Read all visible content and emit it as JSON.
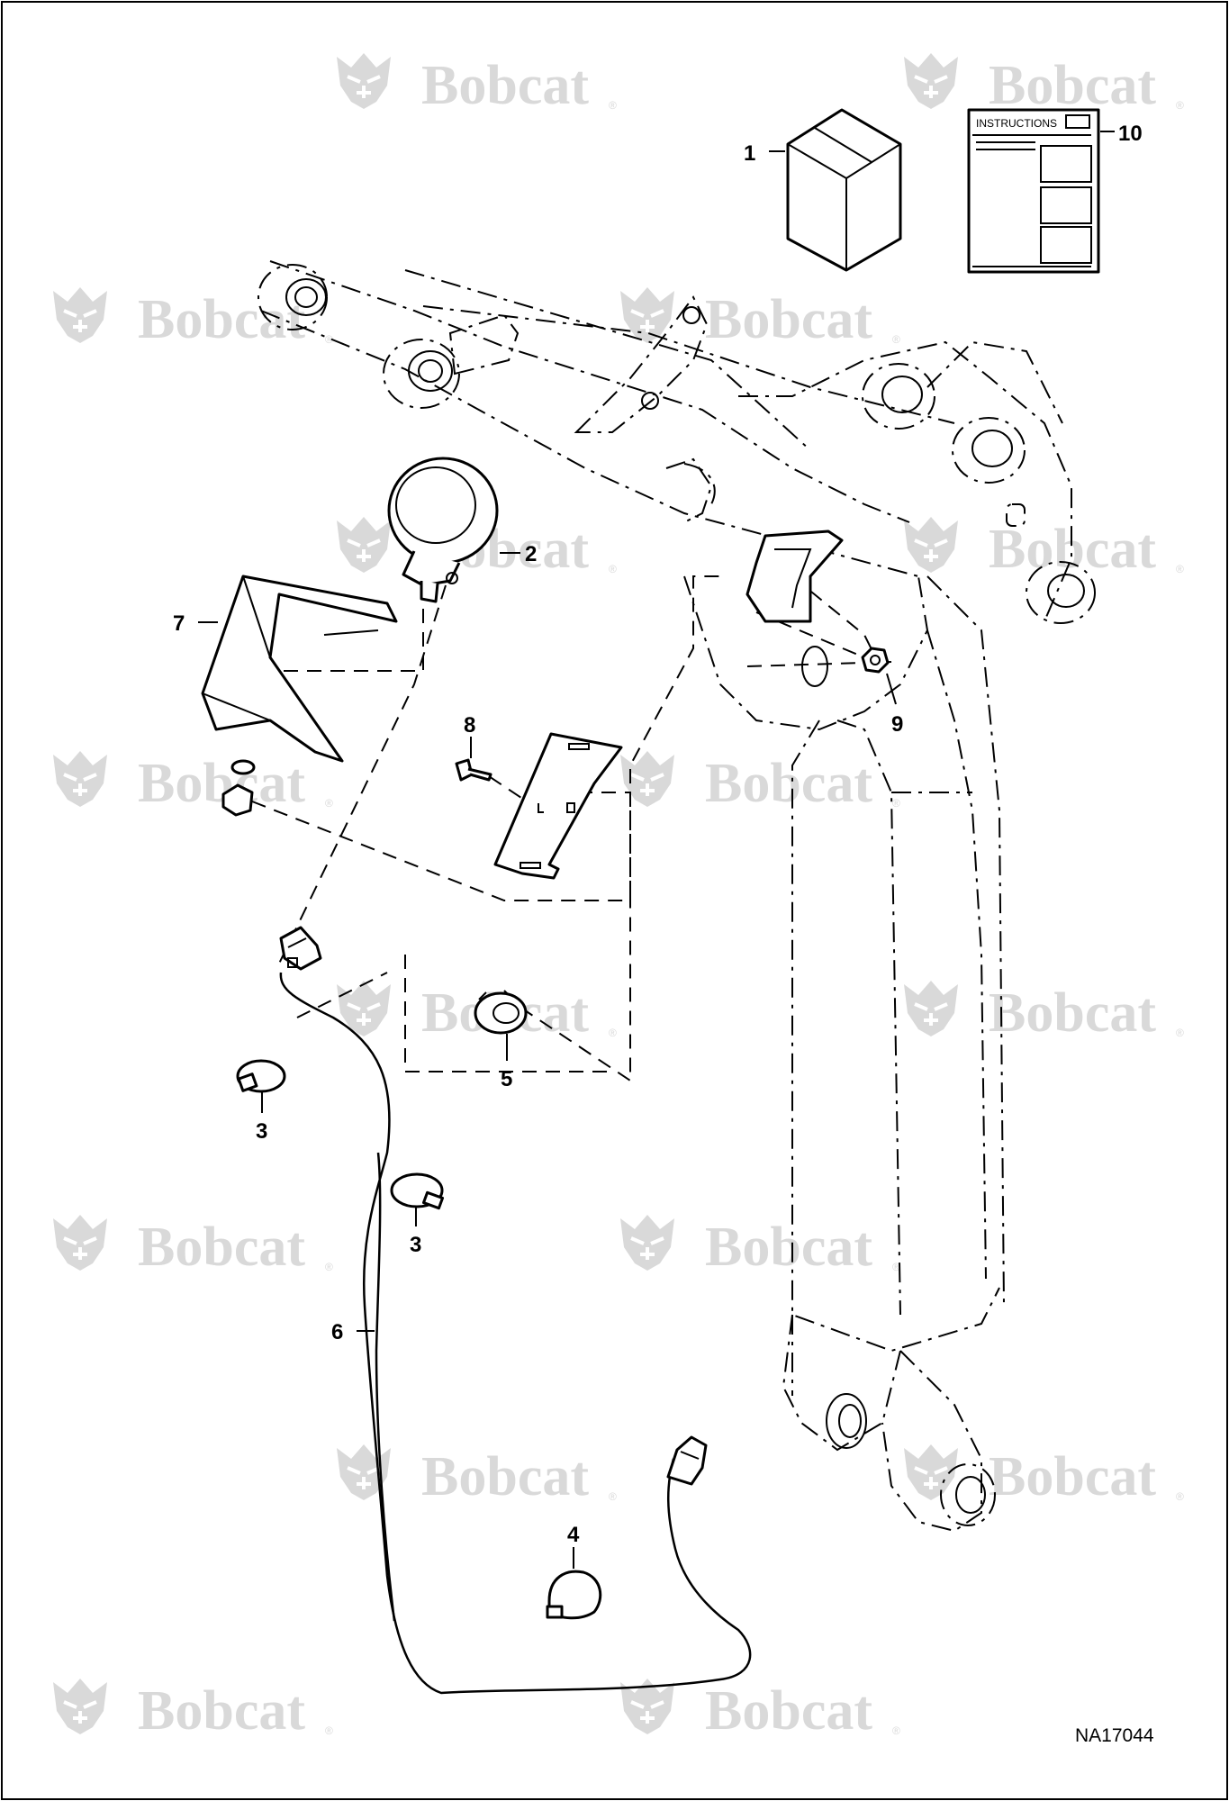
{
  "watermark": {
    "text": "Bobcat",
    "registered_mark": "®"
  },
  "callouts": {
    "c1": "1",
    "c2": "2",
    "c3a": "3",
    "c3b": "3",
    "c4": "4",
    "c5": "5",
    "c6": "6",
    "c7": "7",
    "c8": "8",
    "c9": "9",
    "c10": "10"
  },
  "instructions_sheet": {
    "heading": "INSTRUCTIONS"
  },
  "drawing_id": "NA17044"
}
